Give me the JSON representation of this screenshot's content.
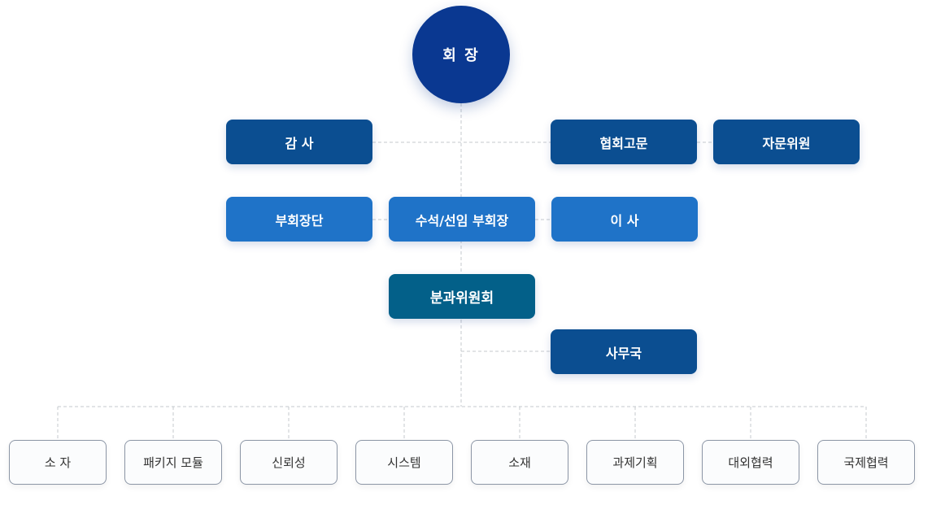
{
  "chairman": "회 장",
  "row1": {
    "auditor": "감 사",
    "advisor": "협회고문",
    "advisory_committee": "자문위원"
  },
  "row2": {
    "vice_chairs": "부회장단",
    "senior_vice": "수석/선임 부회장",
    "directors": "이 사"
  },
  "committee": "분과위원회",
  "secretariat": "사무국",
  "subcommittees": [
    "소 자",
    "패키지 모듈",
    "신뢰성",
    "시스템",
    "소재",
    "과제기획",
    "대외협력",
    "국제협력"
  ],
  "colors": {
    "chair": "#0a3891",
    "dark": "#0b4e91",
    "mid": "#1f73c8",
    "teal": "#036089",
    "line": "#c4c8ce"
  }
}
